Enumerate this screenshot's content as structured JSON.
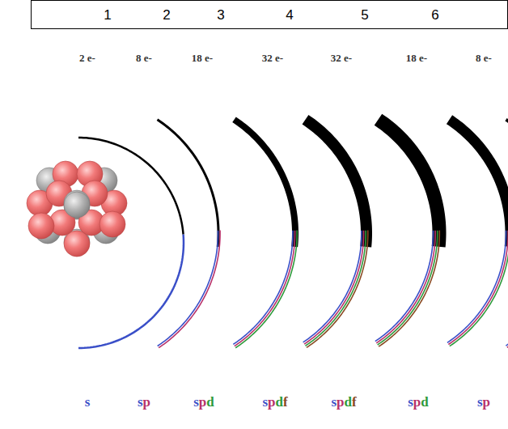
{
  "diagram": {
    "nodes": [
      {
        "text": [
          "1",
          "2",
          "3",
          "4",
          "5",
          "6"
        ]
      }
    ],
    "labels": [
      "2 e-",
      "8 e-",
      "18 e-",
      "32 e-",
      "32 e-",
      "18 e-",
      "8 e-",
      "s",
      "sp",
      "spd",
      "spdf",
      "spdf",
      "spd",
      "sp"
    ]
  }
}
